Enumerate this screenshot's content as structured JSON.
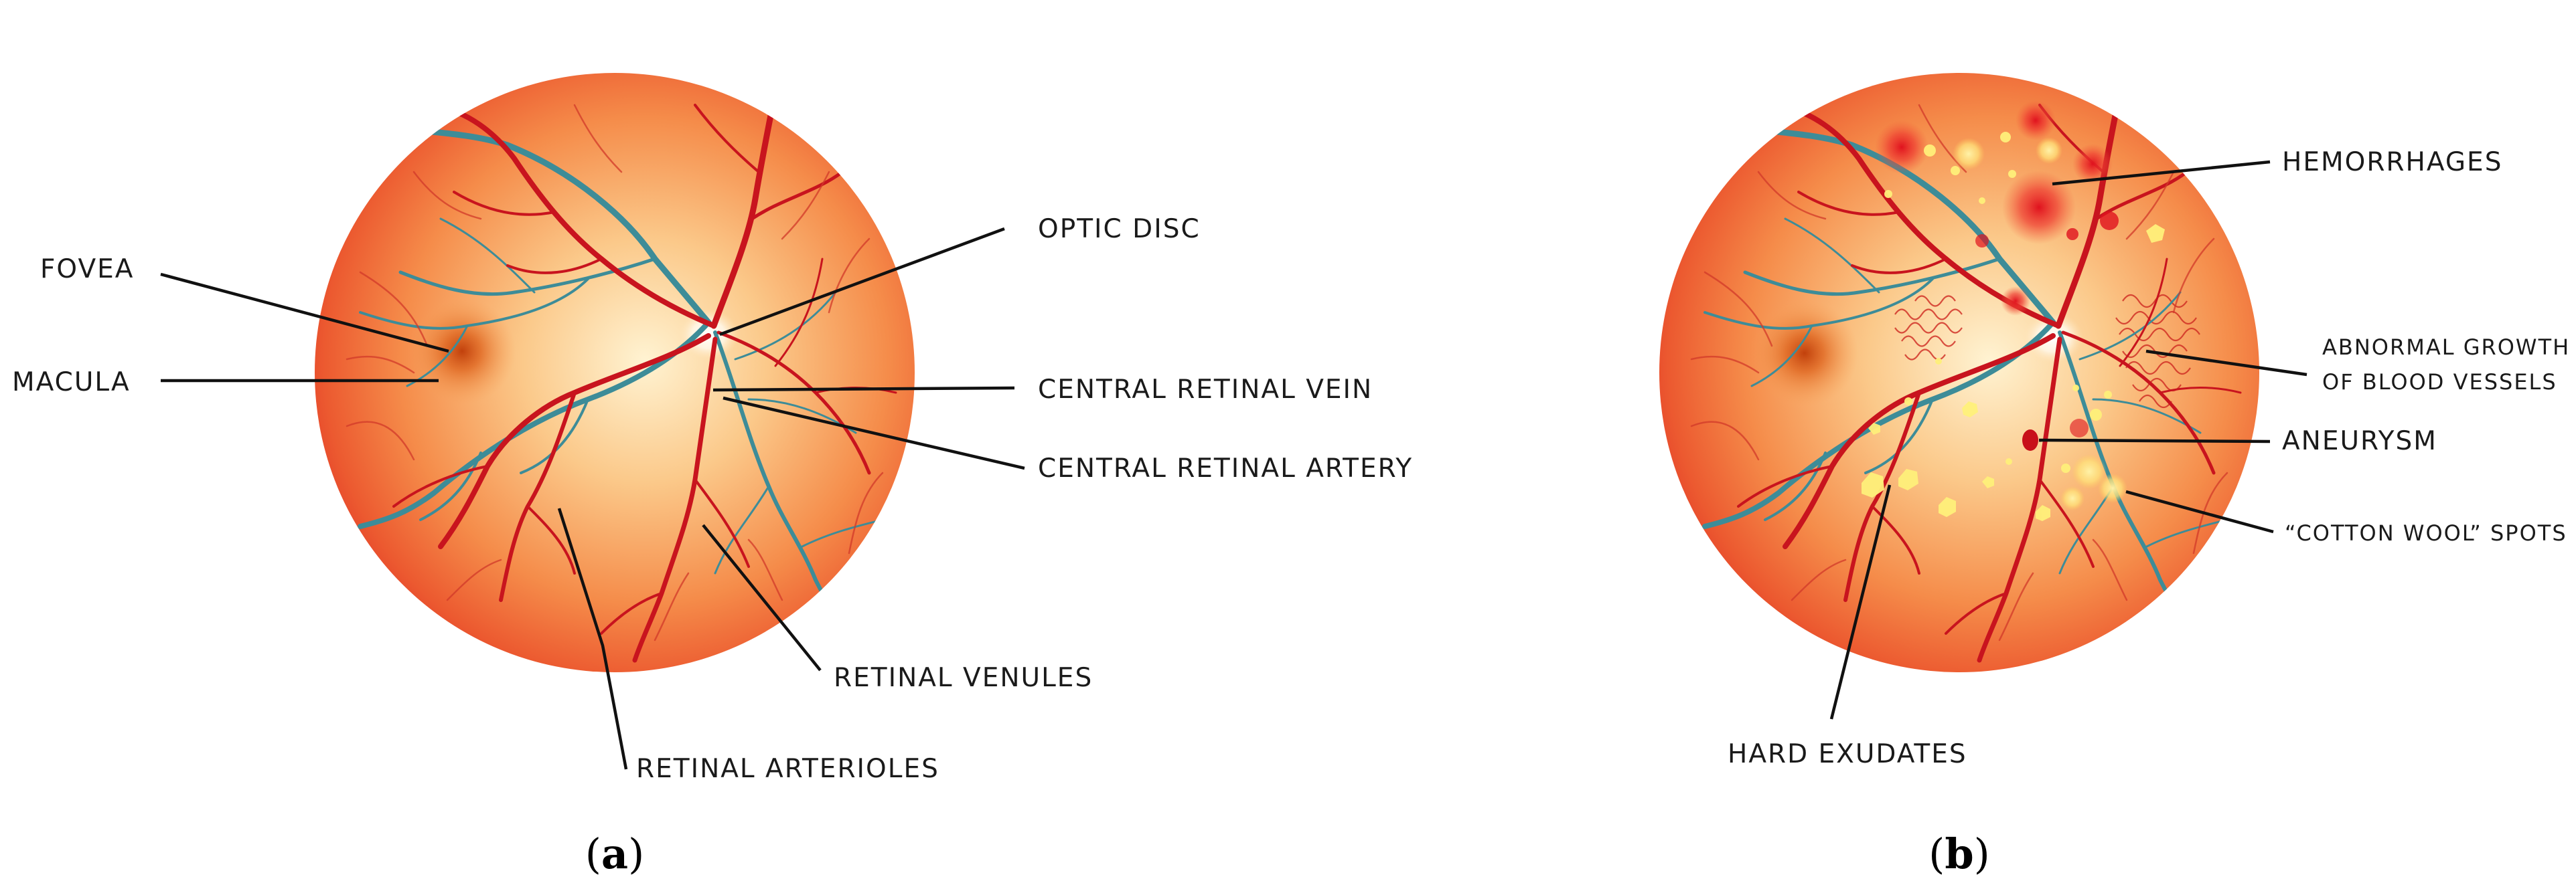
{
  "panel_a": {
    "caption_open": "(",
    "caption_letter": "a",
    "caption_close": ")",
    "labels": {
      "fovea": "FOVEA",
      "macula": "MACULA",
      "optic_disc": "OPTIC DISC",
      "central_vein": "CENTRAL RETINAL VEIN",
      "central_artery": "CENTRAL RETINAL ARTERY",
      "venules": "RETINAL VENULES",
      "arterioles": "RETINAL ARTERIOLES"
    }
  },
  "panel_b": {
    "caption_open": "(",
    "caption_letter": "b",
    "caption_close": ")",
    "labels": {
      "hemorrhages": "HEMORRHAGES",
      "abnormal_line1": "ABNORMAL GROWTH",
      "abnormal_line2": "OF BLOOD VESSELS",
      "aneurysm": "ANEURYSM",
      "cotton_wool": "“COTTON WOOL” SPOTS",
      "hard_exudates": "HARD EXUDATES"
    }
  },
  "colors": {
    "eye_center": "#fde4b0",
    "eye_mid": "#f9a35a",
    "eye_edge": "#e8452a",
    "artery": "#c8141e",
    "vein": "#3d8c98",
    "exudate": "#fff07a"
  }
}
